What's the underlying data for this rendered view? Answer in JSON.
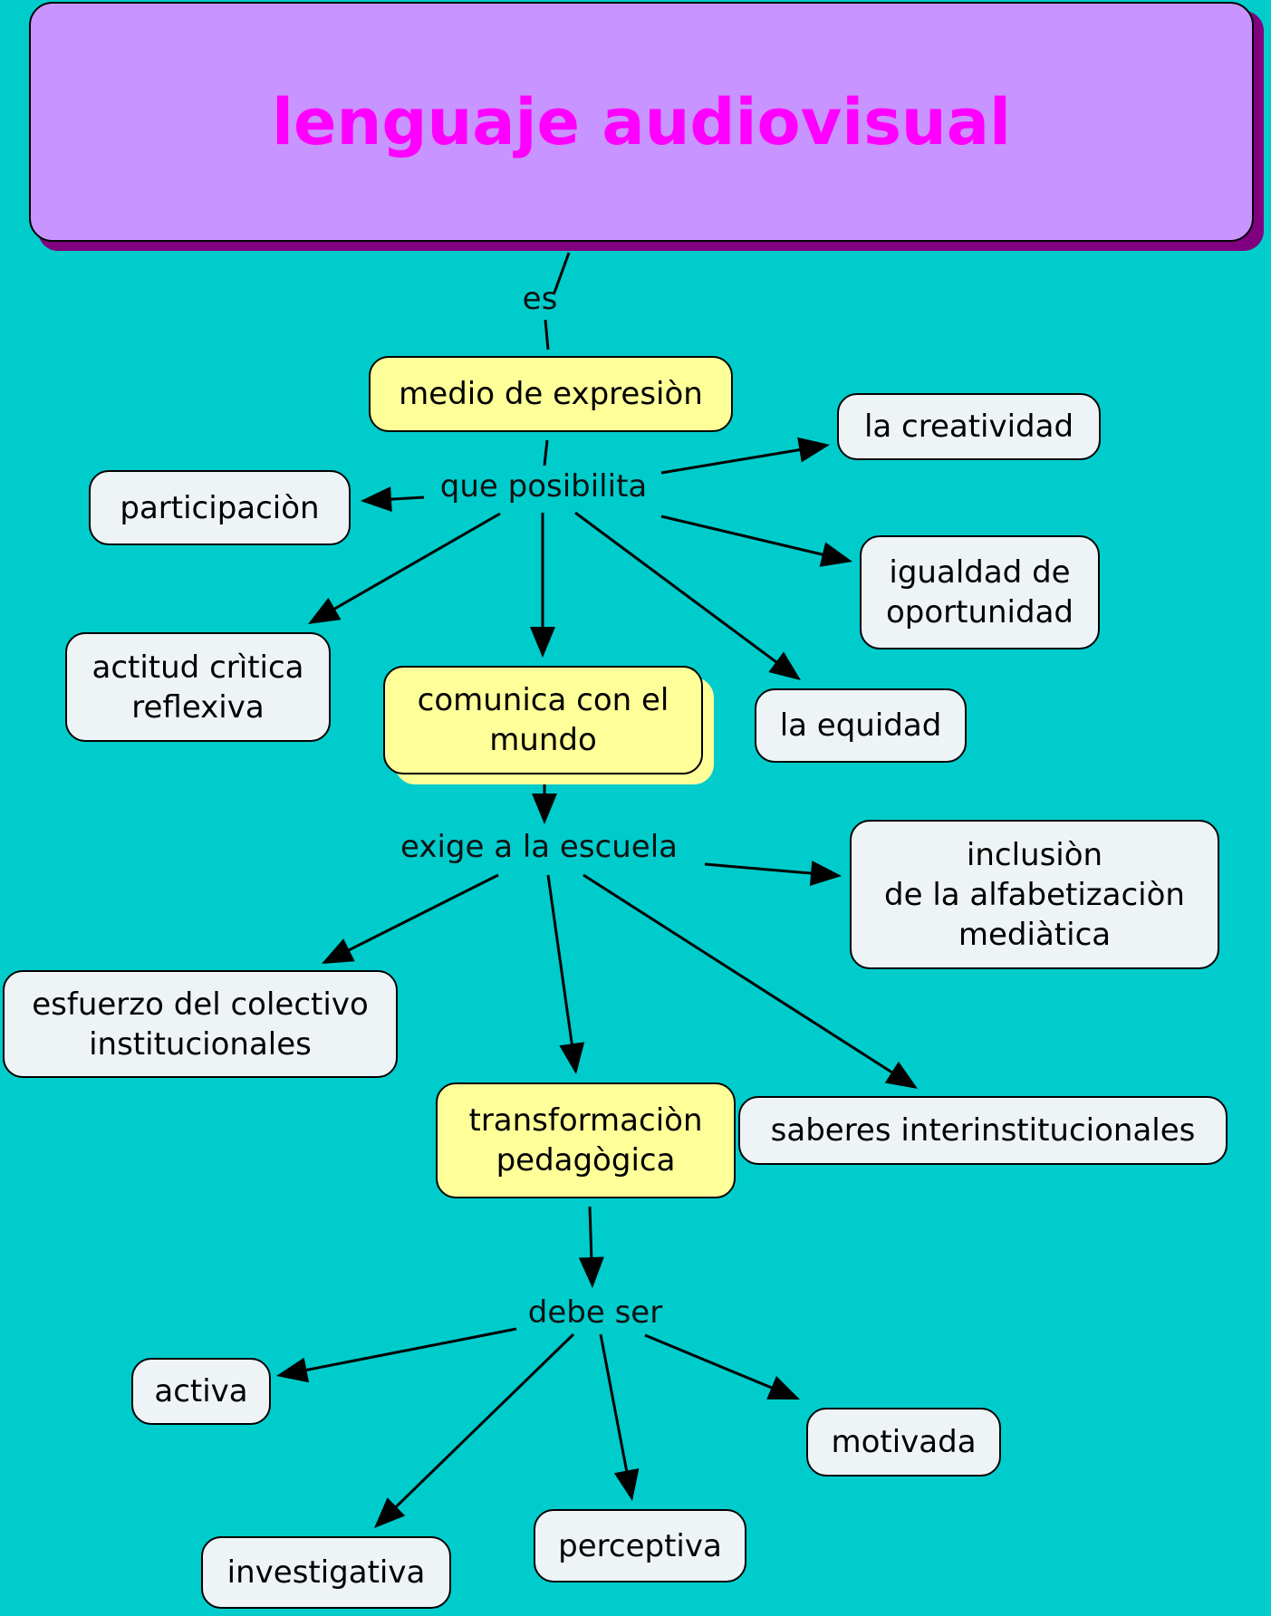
{
  "colors": {
    "background": "#00CCCC",
    "title_fill": "#C894FF",
    "title_text": "#FF00FF",
    "title_shadow": "#800080",
    "key_fill": "#FFFF99",
    "concept_fill": "#EEF3F5",
    "line": "#000000"
  },
  "title": "lenguaje audiovisual",
  "links": {
    "es": "es",
    "que_posibilita": "que posibilita",
    "exige": "exige a la escuela",
    "debe_ser": "debe ser"
  },
  "nodes": {
    "medio": "medio de expresiòn",
    "participacion": "participaciòn",
    "creatividad": "la creatividad",
    "igualdad": "igualdad de\noportunidad",
    "actitud": "actitud crìtica\nreflexiva",
    "comunica": "comunica con el\nmundo",
    "equidad": "la equidad",
    "inclusion": "inclusiòn\nde la alfabetizaciòn\nmediàtica",
    "esfuerzo": "esfuerzo del colectivo\ninstitucionales",
    "transformacion": "transformaciòn\npedagògica",
    "saberes": "saberes interinstitucionales",
    "activa": "activa",
    "motivada": "motivada",
    "investigativa": "investigativa",
    "perceptiva": "perceptiva"
  },
  "connections": [
    {
      "from": "title",
      "via": "es",
      "to": "medio"
    },
    {
      "from": "medio",
      "via": "que posibilita",
      "to": [
        "participacion",
        "creatividad",
        "igualdad",
        "actitud",
        "comunica",
        "equidad"
      ]
    },
    {
      "from": "comunica",
      "via": "exige a la escuela",
      "to": [
        "inclusion",
        "esfuerzo",
        "transformacion",
        "saberes"
      ]
    },
    {
      "from": "transformacion",
      "via": "debe ser",
      "to": [
        "activa",
        "motivada",
        "investigativa",
        "perceptiva"
      ]
    }
  ]
}
